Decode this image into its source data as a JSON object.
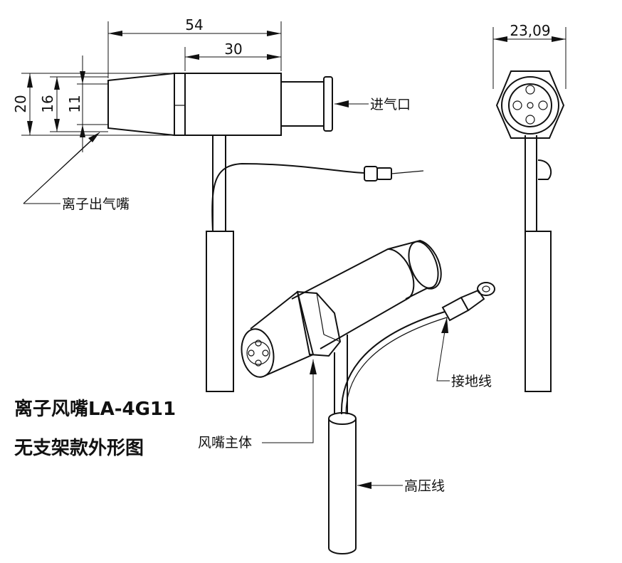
{
  "dimensions": {
    "overall_length": "54",
    "body_length": "30",
    "height_20": "20",
    "height_16": "16",
    "height_11": "11",
    "end_width": "23,09"
  },
  "labels": {
    "ion_outlet_nozzle": "离子出气嘴",
    "air_inlet": "进气口",
    "ground_wire": "接地线",
    "nozzle_body": "风嘴主体",
    "high_voltage_wire": "高压线"
  },
  "title": {
    "line1": "离子风嘴LA-4G11",
    "line2": "无支架款外形图"
  }
}
